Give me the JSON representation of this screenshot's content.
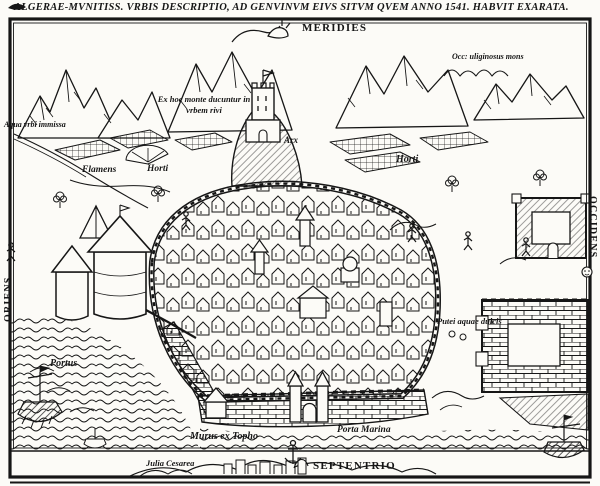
{
  "map": {
    "title": "ALGERAE-MVNITISS. VRBIS DESCRIPTIO, AD GENVINVM EIVS SITVM QVEM ANNO 1541. HABVIT EXARATA.",
    "compass": {
      "south": "MERIDIES",
      "north": "SEPTENTRIO",
      "east": "ORIENS",
      "west": "OCCIDENS"
    },
    "labels": {
      "marsh_mount": "Occ: uliginosus mons",
      "aqueduct": "Aqua vrbi immissa",
      "streams_note": "Ex hoc monte ducuntur in vrbem rivi",
      "river": "Flamens",
      "gardens_west": "Horti",
      "gardens_east": "Horti",
      "citadel": "Arx",
      "harbor": "Portus",
      "wells": "Putei aquae dulcis",
      "tufa_wall": "Murus ex Topho",
      "sea_gate": "Porta Marina",
      "ancient_city": "Julia Cesarea"
    },
    "colors": {
      "ink": "#161616",
      "paper": "#fcfbf7"
    }
  }
}
